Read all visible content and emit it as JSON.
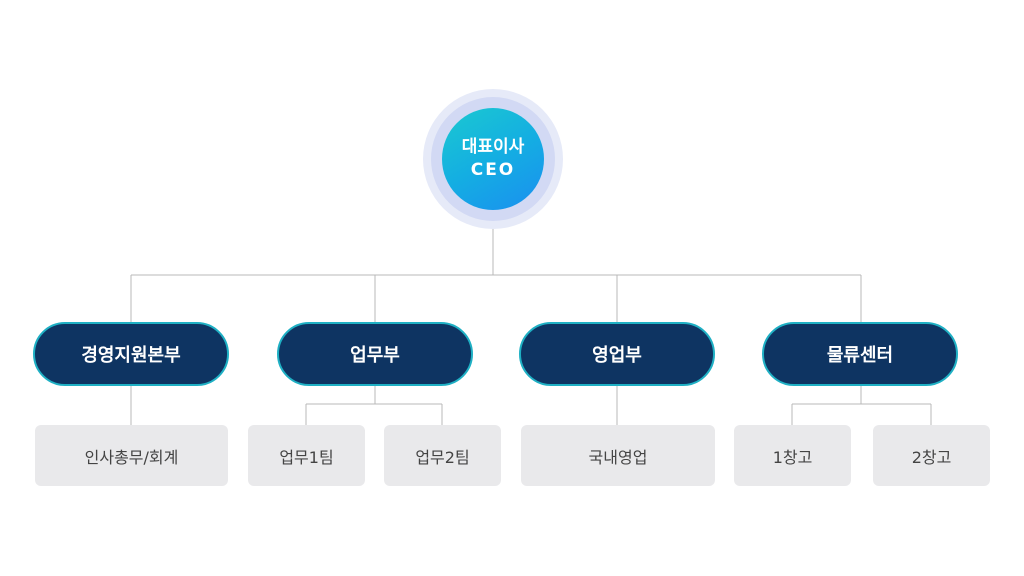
{
  "ceo": {
    "title_ko": "대표이사",
    "title_en": "CEO"
  },
  "departments": [
    {
      "label": "경영지원본부",
      "teams": [
        "인사총무/회계"
      ]
    },
    {
      "label": "업무부",
      "teams": [
        "업무1팀",
        "업무2팀"
      ]
    },
    {
      "label": "영업부",
      "teams": [
        "국내영업"
      ]
    },
    {
      "label": "물류센터",
      "teams": [
        "1창고",
        "2창고"
      ]
    }
  ],
  "colors": {
    "ceo_gradient_start": "#1bc9d0",
    "ceo_gradient_end": "#1a8ff0",
    "department_fill": "#0e3462",
    "department_border": "#1fb0c4",
    "team_fill": "#e9e9eb",
    "connector": "#b9b9b9"
  }
}
